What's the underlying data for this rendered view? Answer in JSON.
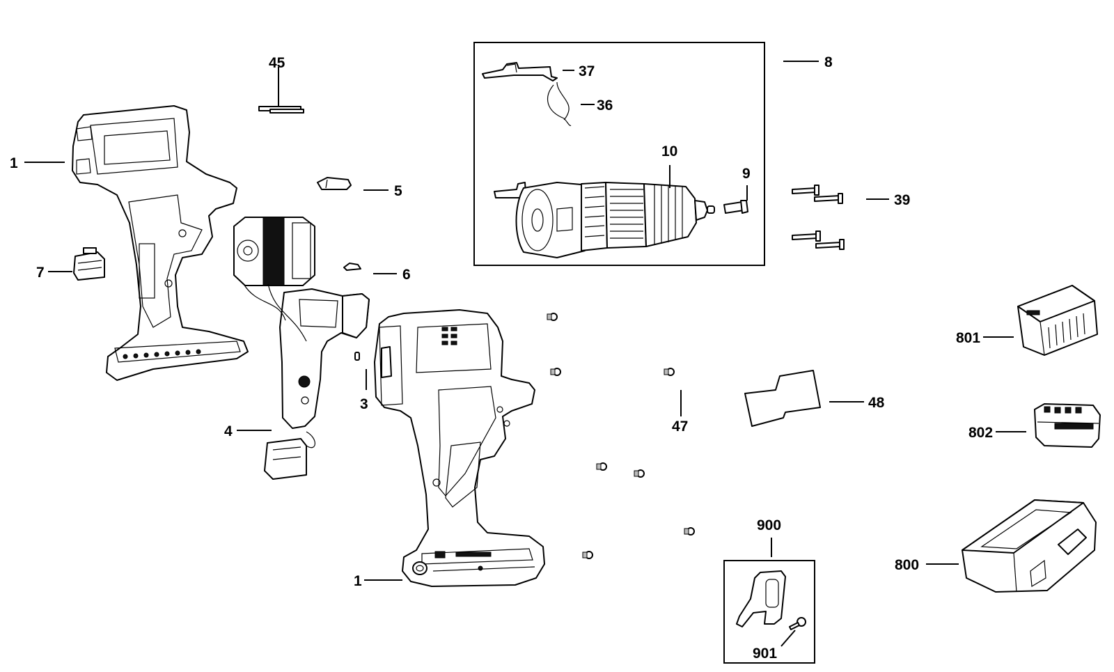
{
  "diagram": {
    "labels": {
      "housing_left": "1",
      "housing_right": "1",
      "screw_3": "3",
      "switch_4": "4",
      "button_5": "5",
      "spring_6": "6",
      "led_7": "7",
      "assembly_8": "8",
      "bit_9": "9",
      "transmission_10": "10",
      "spring_36": "36",
      "shifter_37": "37",
      "screws_39": "39",
      "pin_45": "45",
      "screws_47": "47",
      "label_48": "48",
      "case_800": "800",
      "battery_801": "801",
      "battery_802": "802",
      "belt_clip_kit_900": "900",
      "clip_screw_901": "901"
    }
  }
}
